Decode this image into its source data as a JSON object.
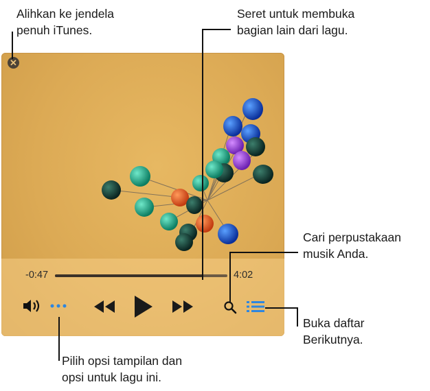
{
  "callouts": {
    "fullscreen": [
      "Alihkan ke jendela",
      "penuh iTunes."
    ],
    "drag": [
      "Seret untuk membuka",
      "bagian lain dari lagu."
    ],
    "search": [
      "Cari perpustakaan",
      "musik Anda."
    ],
    "upnext": [
      "Buka daftar",
      "Berikutnya."
    ],
    "options": [
      "Pilih opsi tampilan dan",
      "opsi untuk lagu ini."
    ]
  },
  "player": {
    "elapsed": "-0:47",
    "duration": "4:02",
    "progress": 0.86
  },
  "icons": {
    "close": "close-icon",
    "volume": "volume-icon",
    "more": "more-options-icon",
    "rewind": "rewind-icon",
    "play": "play-icon",
    "forward": "fast-forward-icon",
    "search": "search-icon",
    "upnext": "up-next-list-icon"
  },
  "colors": {
    "accent": "#2d86e0",
    "panel": "#dcaa55"
  }
}
